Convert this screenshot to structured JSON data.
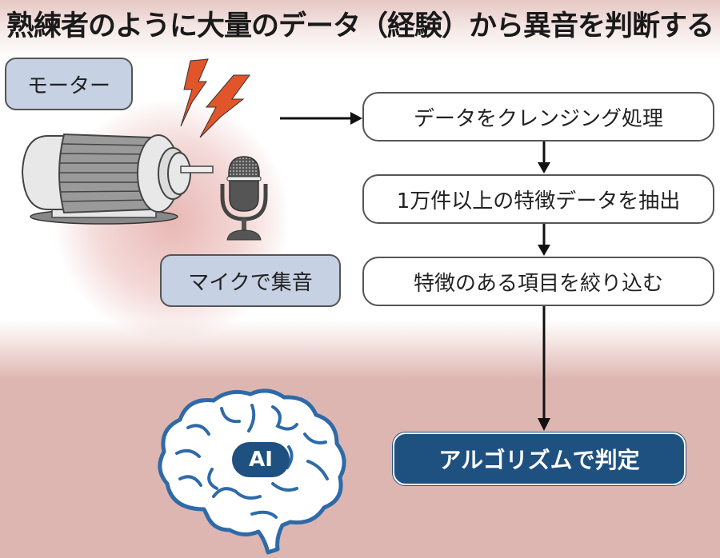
{
  "title": "熟練者のように大量のデータ（経験）から異音を判断する",
  "labels": {
    "motor": "モーター",
    "microphone": "マイクで集音"
  },
  "flow": {
    "steps": [
      "データをクレンジング処理",
      "1万件以上の特徴データを抽出",
      "特徴のある項目を絞り込む"
    ],
    "final": "アルゴリズムで判定"
  },
  "brain": {
    "label": "AI"
  },
  "colors": {
    "label_bg": "#c6d1e3",
    "final_bg": "#1e5180",
    "bolt": "#e0552a",
    "brain_stroke": "#2f6aa8",
    "bottom_band": "#ddb6b1"
  }
}
